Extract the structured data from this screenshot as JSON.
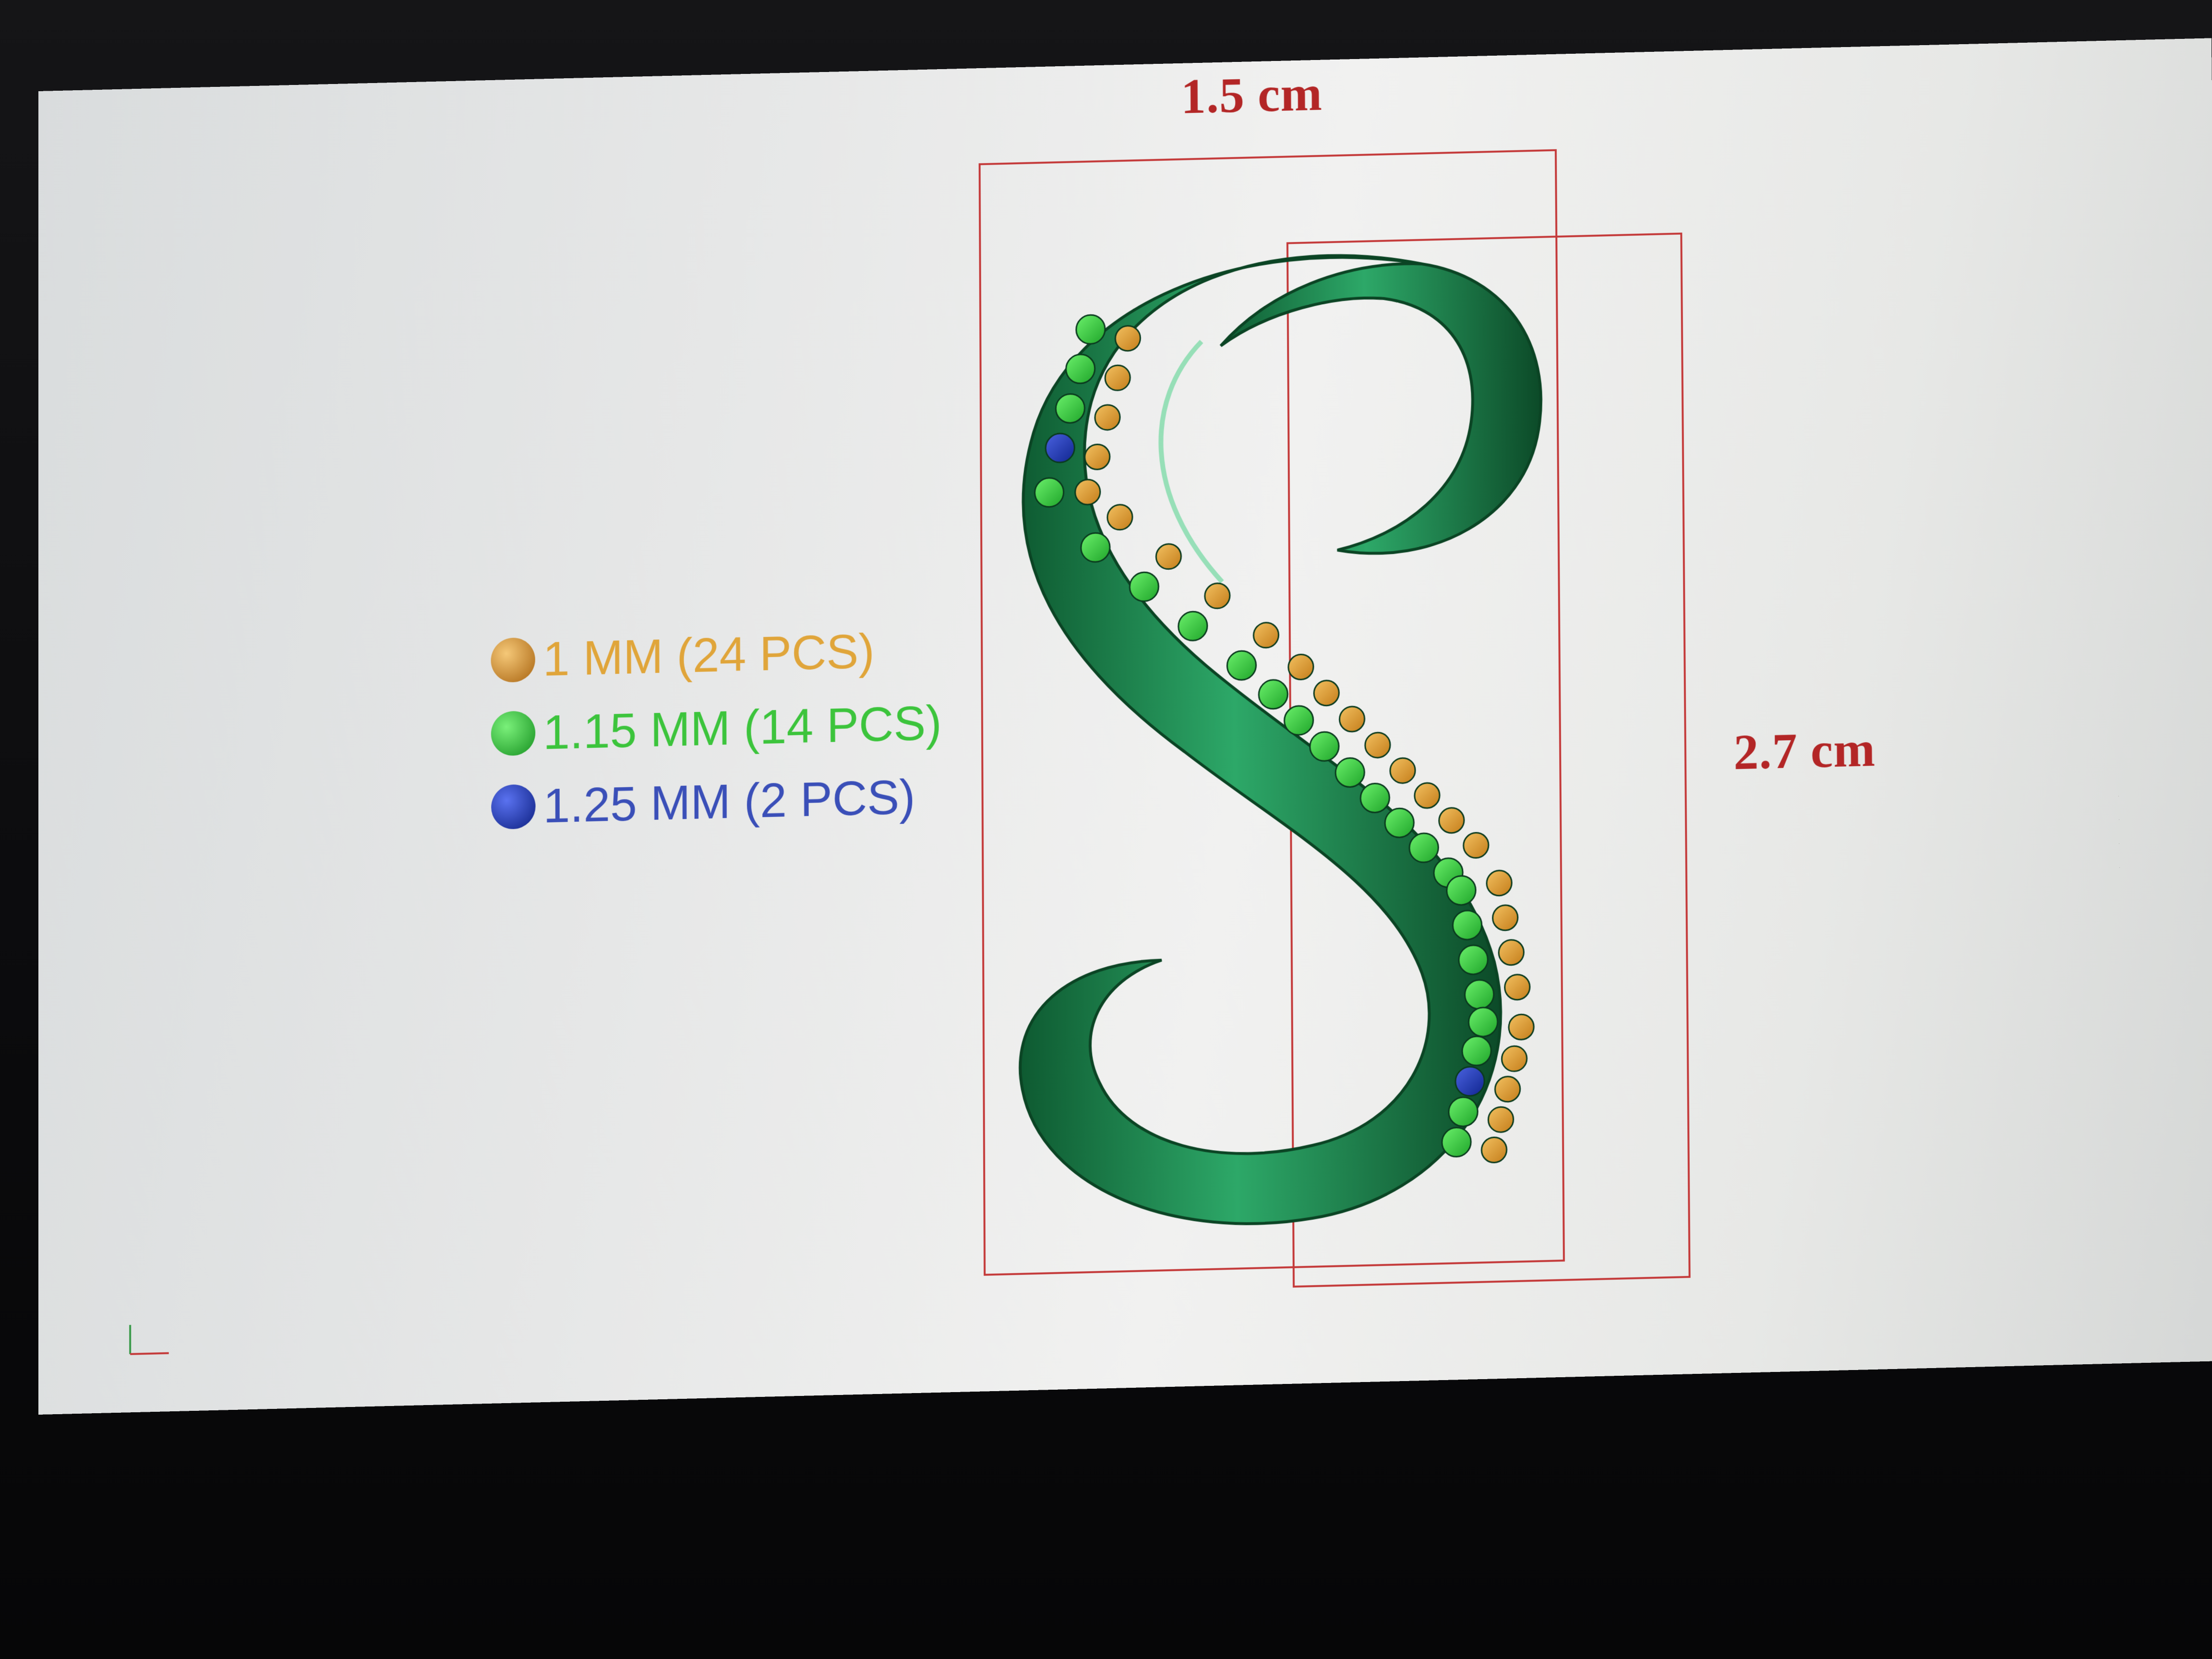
{
  "viewport": {
    "dimension_width": "1.5 cm",
    "dimension_height": "2.7 cm",
    "frame_color": "#c43a3a",
    "model_color": "#1d8a4e"
  },
  "legend": {
    "items": [
      {
        "label": "1 MM (24 PCS)",
        "color": "#e0a53a",
        "swatch": "#b8741a"
      },
      {
        "label": "1.15 MM (14 PCS)",
        "color": "#3cc43c",
        "swatch": "#22a52a"
      },
      {
        "label": "1.25 MM (2 PCS)",
        "color": "#3a4fb8",
        "swatch": "#1a2f9a"
      }
    ]
  },
  "axis_gizmo": {
    "icon": "axis-triad-icon"
  }
}
